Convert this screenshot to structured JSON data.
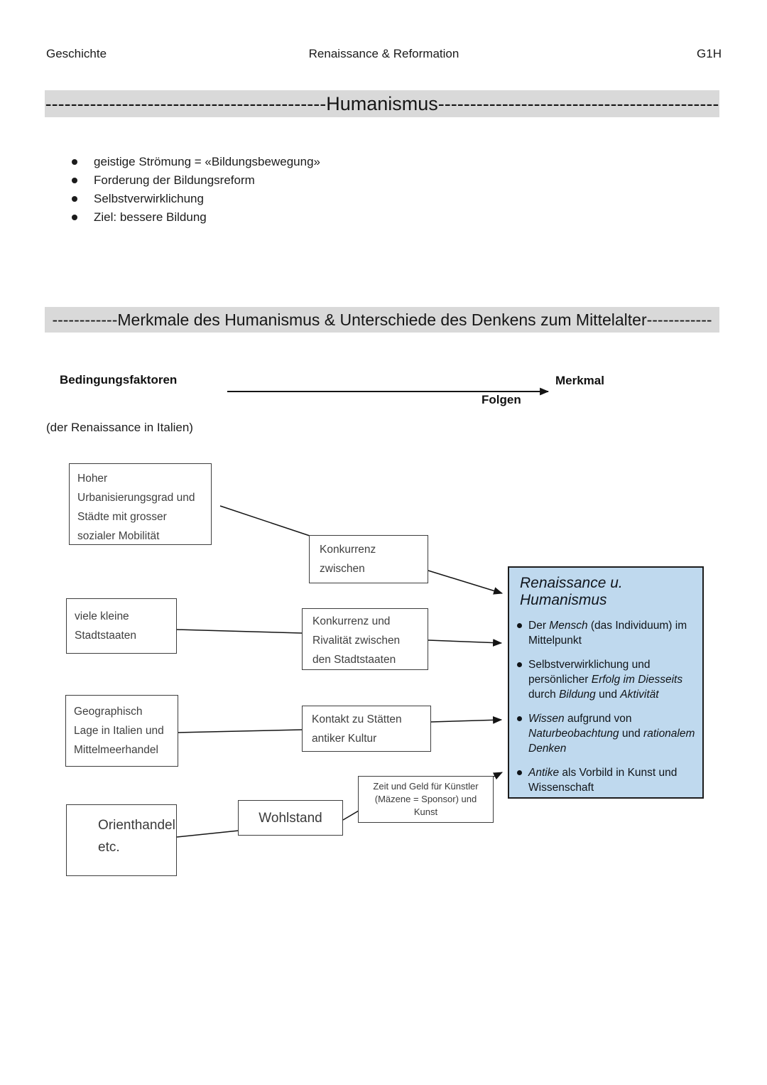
{
  "header": {
    "left": "Geschichte",
    "center": "Renaissance & Reformation",
    "right": "G1H"
  },
  "section_humanismus": {
    "dashes_left": "------------------------------------------------------------",
    "title": "Humanismus",
    "dashes_right": "------------------------------------------------------------",
    "bullets": [
      "geistige Strömung = «Bildungsbewegung»",
      "Forderung der Bildungsreform",
      "Selbstverwirklichung",
      "Ziel: bessere Bildung"
    ]
  },
  "section_merkmale": {
    "dashes_left": "------------",
    "title": "Merkmale des Humanismus & Unterschiede des Denkens zum Mittelalter",
    "dashes_right": "------------"
  },
  "diagram": {
    "label_left": "Bedingungsfaktoren",
    "label_right": "Merkmal",
    "label_arrow": "Folgen",
    "label_sub": "(der Renaissance in Italien)",
    "factor_boxes": [
      {
        "id": "urbanisierung",
        "text": "Hoher Urbanisierungsgrad und Städte mit grosser sozialer Mobilität"
      },
      {
        "id": "stadtstaaten",
        "text": "viele kleine Stadtstaaten"
      },
      {
        "id": "geographie",
        "text": "Geographisch Lage in Italien und Mittelmeerhandel"
      },
      {
        "id": "orienthandel",
        "text": "Orienthandel etc."
      }
    ],
    "folge_boxes": [
      {
        "id": "konkurrenz",
        "text": "Konkurrenz zwischen"
      },
      {
        "id": "rivalitaet",
        "text": "Konkurrenz und Rivalität zwischen den Stadtstaaten"
      },
      {
        "id": "kontakt",
        "text": "Kontakt zu Stätten antiker Kultur"
      },
      {
        "id": "wohlstand",
        "text": "Wohlstand"
      },
      {
        "id": "zeit_geld",
        "text": "Zeit und Geld für Künstler (Mäzene = Sponsor) und Kunst"
      }
    ],
    "result_box": {
      "title": "Renaissance u. Humanismus",
      "bullets": [
        [
          {
            "t": "Der ",
            "i": 0
          },
          {
            "t": "Mensch",
            "i": 1
          },
          {
            "t": " (das Individuum) im Mittelpunkt",
            "i": 0
          }
        ],
        [
          {
            "t": "Selbstverwirklichung und persönlicher ",
            "i": 0
          },
          {
            "t": "Erfolg im Diesseits",
            "i": 1
          },
          {
            "t": " durch ",
            "i": 0
          },
          {
            "t": "Bildung",
            "i": 1
          },
          {
            "t": " und ",
            "i": 0
          },
          {
            "t": "Aktivität",
            "i": 1
          }
        ],
        [
          {
            "t": "Wissen",
            "i": 1
          },
          {
            "t": " aufgrund von ",
            "i": 0
          },
          {
            "t": "Naturbeobachtung",
            "i": 1
          },
          {
            "t": " und ",
            "i": 0
          },
          {
            "t": "rationalem Denken",
            "i": 1
          }
        ],
        [
          {
            "t": "Antike",
            "i": 1
          },
          {
            "t": " als Vorbild in Kunst und Wissenschaft",
            "i": 0
          }
        ]
      ]
    }
  },
  "colors": {
    "highlight_bar_bg": "#d9d9d9",
    "result_box_bg": "#bfd9ee",
    "result_box_border": "#1c1c1c",
    "box_border": "#3d3d3d",
    "text": "#1a1a1a"
  }
}
